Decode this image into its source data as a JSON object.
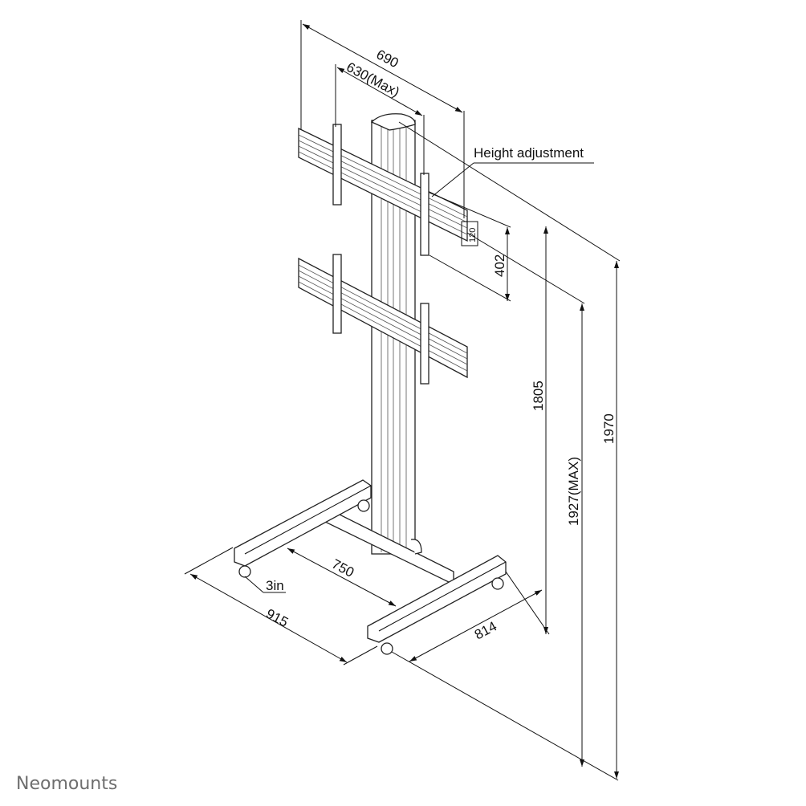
{
  "brand": "Neomounts",
  "annotations": {
    "height_adjustment": "Height adjustment",
    "caster_size": "3in"
  },
  "dimensions": {
    "bar_width": "690",
    "panel_span": "630(Max)",
    "adjust_range": "120",
    "screen_spacing": "402",
    "min_height": "1805",
    "max_height": "1927(MAX)",
    "total_height": "1970",
    "base_length": "915",
    "inner_span": "750",
    "base_depth": "814"
  }
}
